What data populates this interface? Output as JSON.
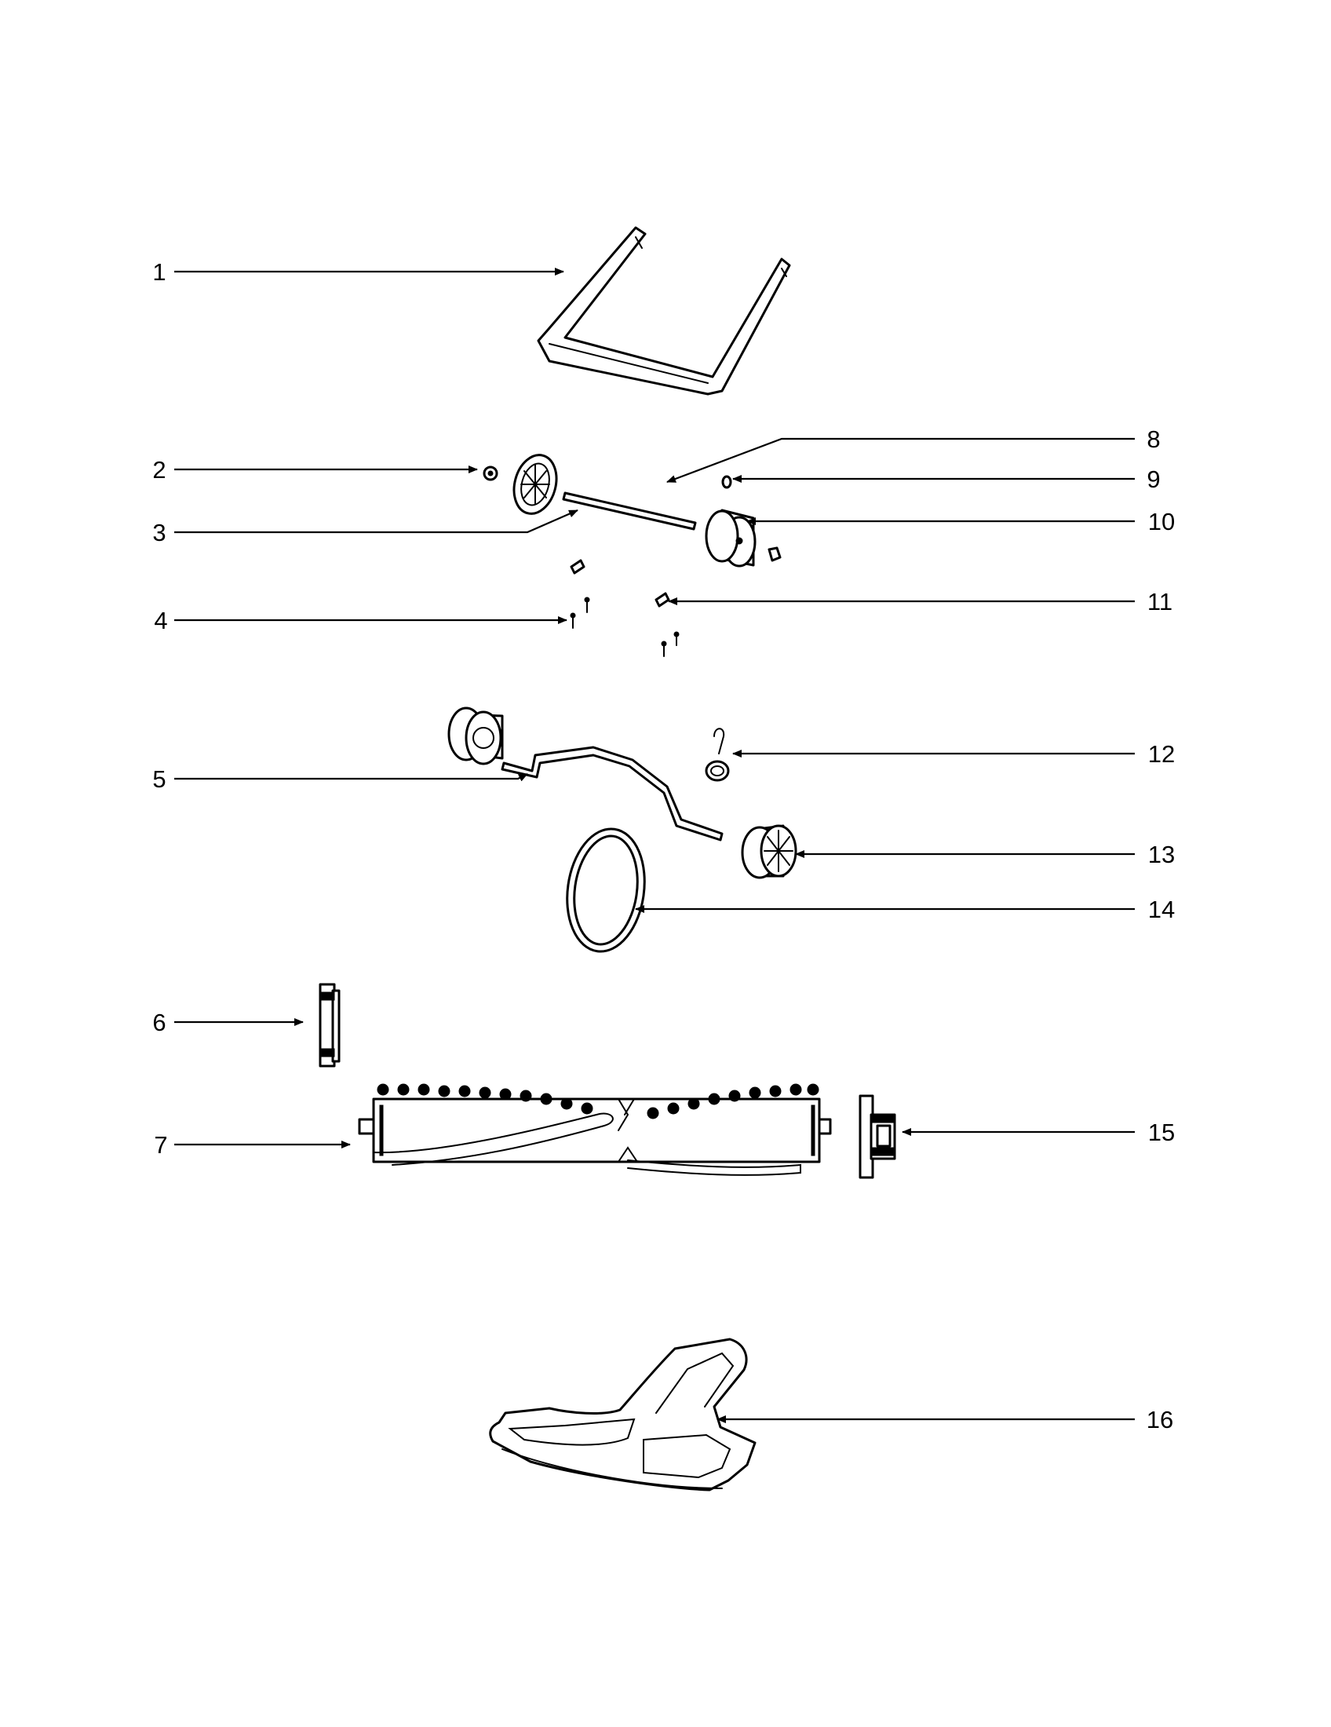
{
  "callouts": [
    {
      "id": "c1",
      "number": "1"
    },
    {
      "id": "c2",
      "number": "2"
    },
    {
      "id": "c3",
      "number": "3"
    },
    {
      "id": "c4",
      "number": "4"
    },
    {
      "id": "c5",
      "number": "5"
    },
    {
      "id": "c6",
      "number": "6"
    },
    {
      "id": "c7",
      "number": "7"
    },
    {
      "id": "c8",
      "number": "8"
    },
    {
      "id": "c9",
      "number": "9"
    },
    {
      "id": "c10",
      "number": "10"
    },
    {
      "id": "c11",
      "number": "11"
    },
    {
      "id": "c12",
      "number": "12"
    },
    {
      "id": "c13",
      "number": "13"
    },
    {
      "id": "c14",
      "number": "14"
    },
    {
      "id": "c15",
      "number": "15"
    },
    {
      "id": "c16",
      "number": "16"
    }
  ]
}
